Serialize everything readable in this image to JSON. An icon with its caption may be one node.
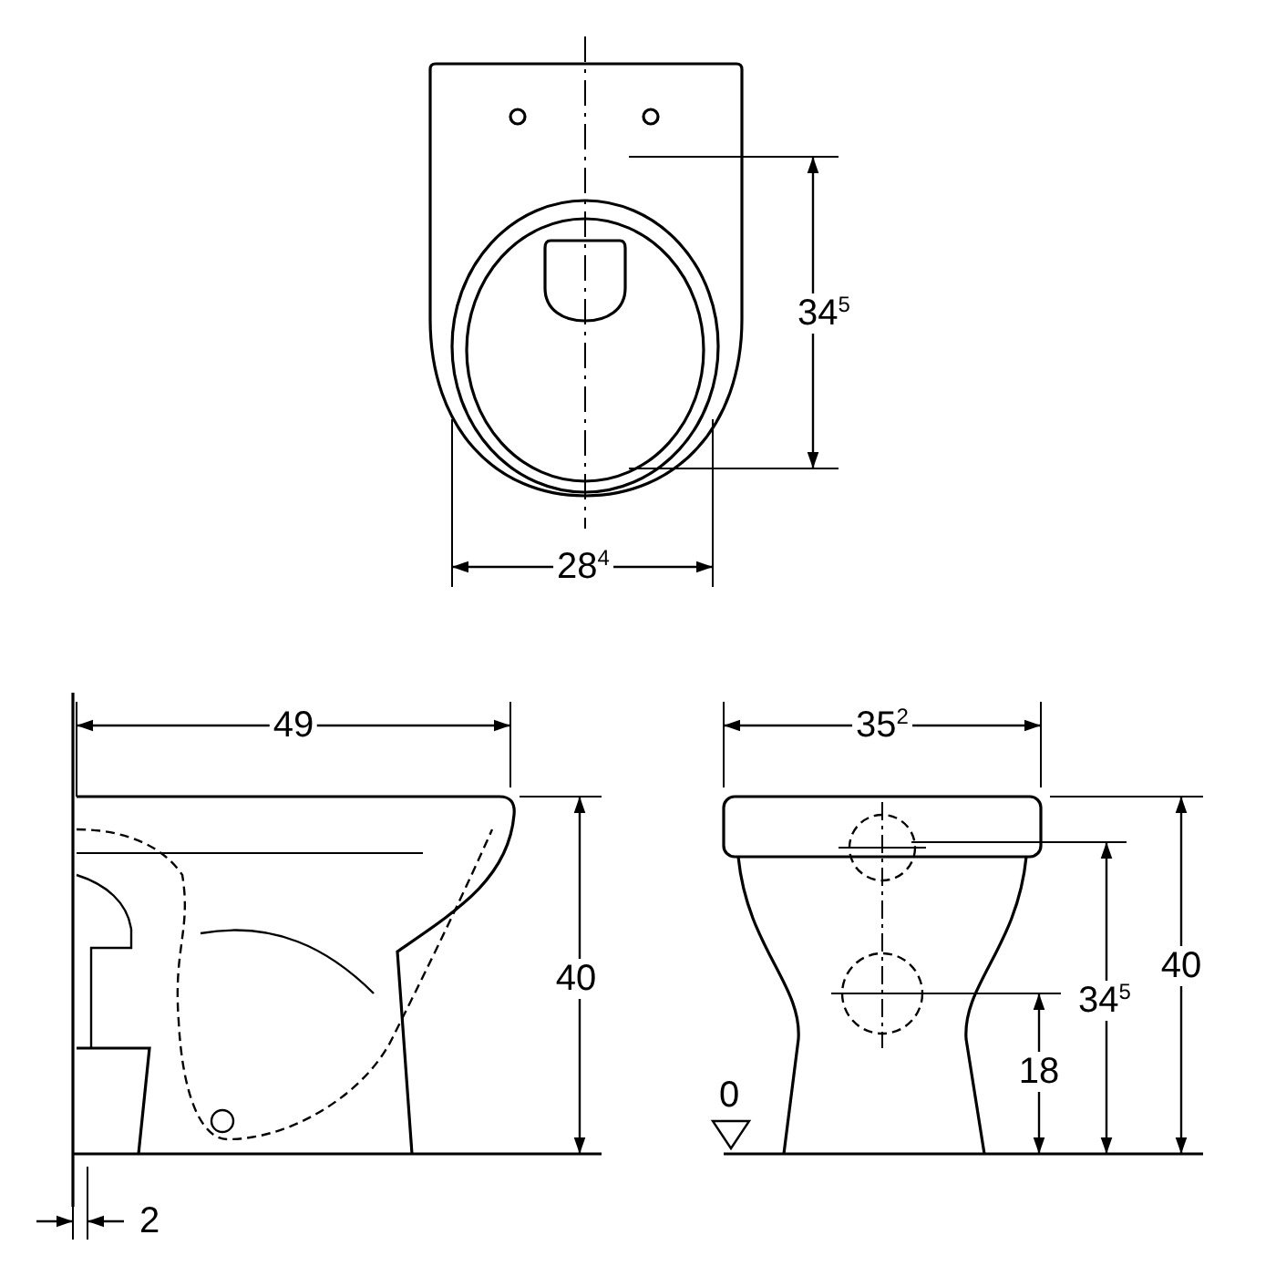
{
  "diagram": {
    "labels": [
      "34$^{5}$",
      "28$^{4}$",
      "49",
      "35$^{2}$",
      "40",
      "34$^{5}$",
      "40",
      "18",
      "0",
      "2"
    ]
  }
}
